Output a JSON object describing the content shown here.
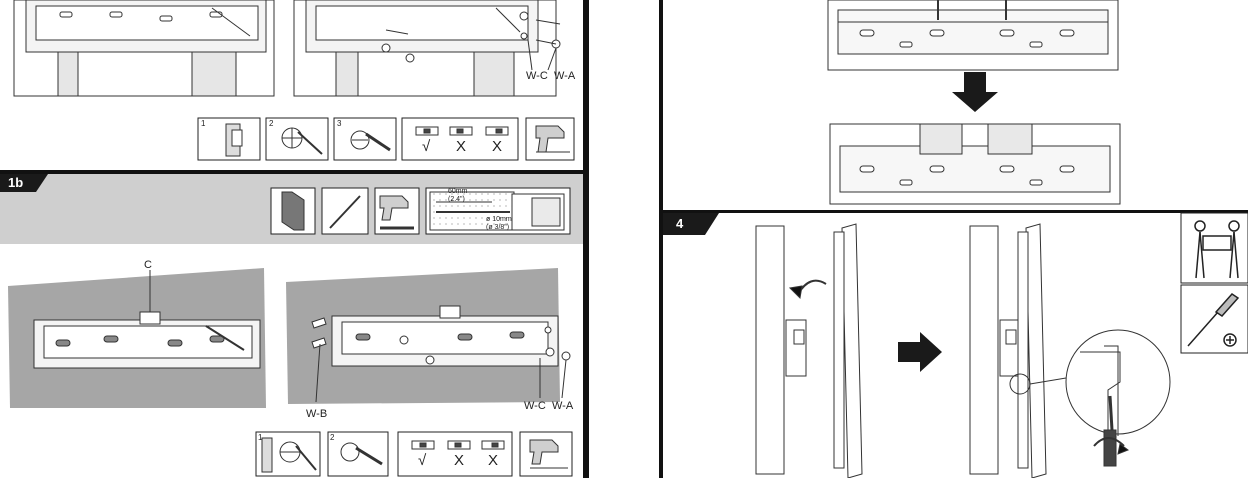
{
  "step_1b": {
    "badge": "1b"
  },
  "step_4": {
    "badge": "4"
  },
  "labels": {
    "wc_top": "W-C",
    "wa_top": "W-A",
    "c": "C",
    "wb": "W-B",
    "wc_bottom": "W-C",
    "wa_bottom": "W-A"
  },
  "drill_spec": {
    "depth_mm": "60mm",
    "depth_in": "(2.4\")",
    "dia_mm": "ø 10mm",
    "dia_in": "(ø 3/8\")"
  },
  "tool_steps": {
    "s1": "1",
    "s2": "2",
    "s3": "3"
  },
  "level_marks": {
    "ok": "√",
    "bad1": "X",
    "bad2": "X"
  },
  "icons": [
    "wall-panel-icon",
    "pencil-icon",
    "drill-icon",
    "drill-diagram-icon",
    "level-icon",
    "two-person-lift-icon",
    "screwdriver-icon",
    "arrow-down-icon",
    "arrow-right-icon",
    "rotate-arrow-icon"
  ]
}
